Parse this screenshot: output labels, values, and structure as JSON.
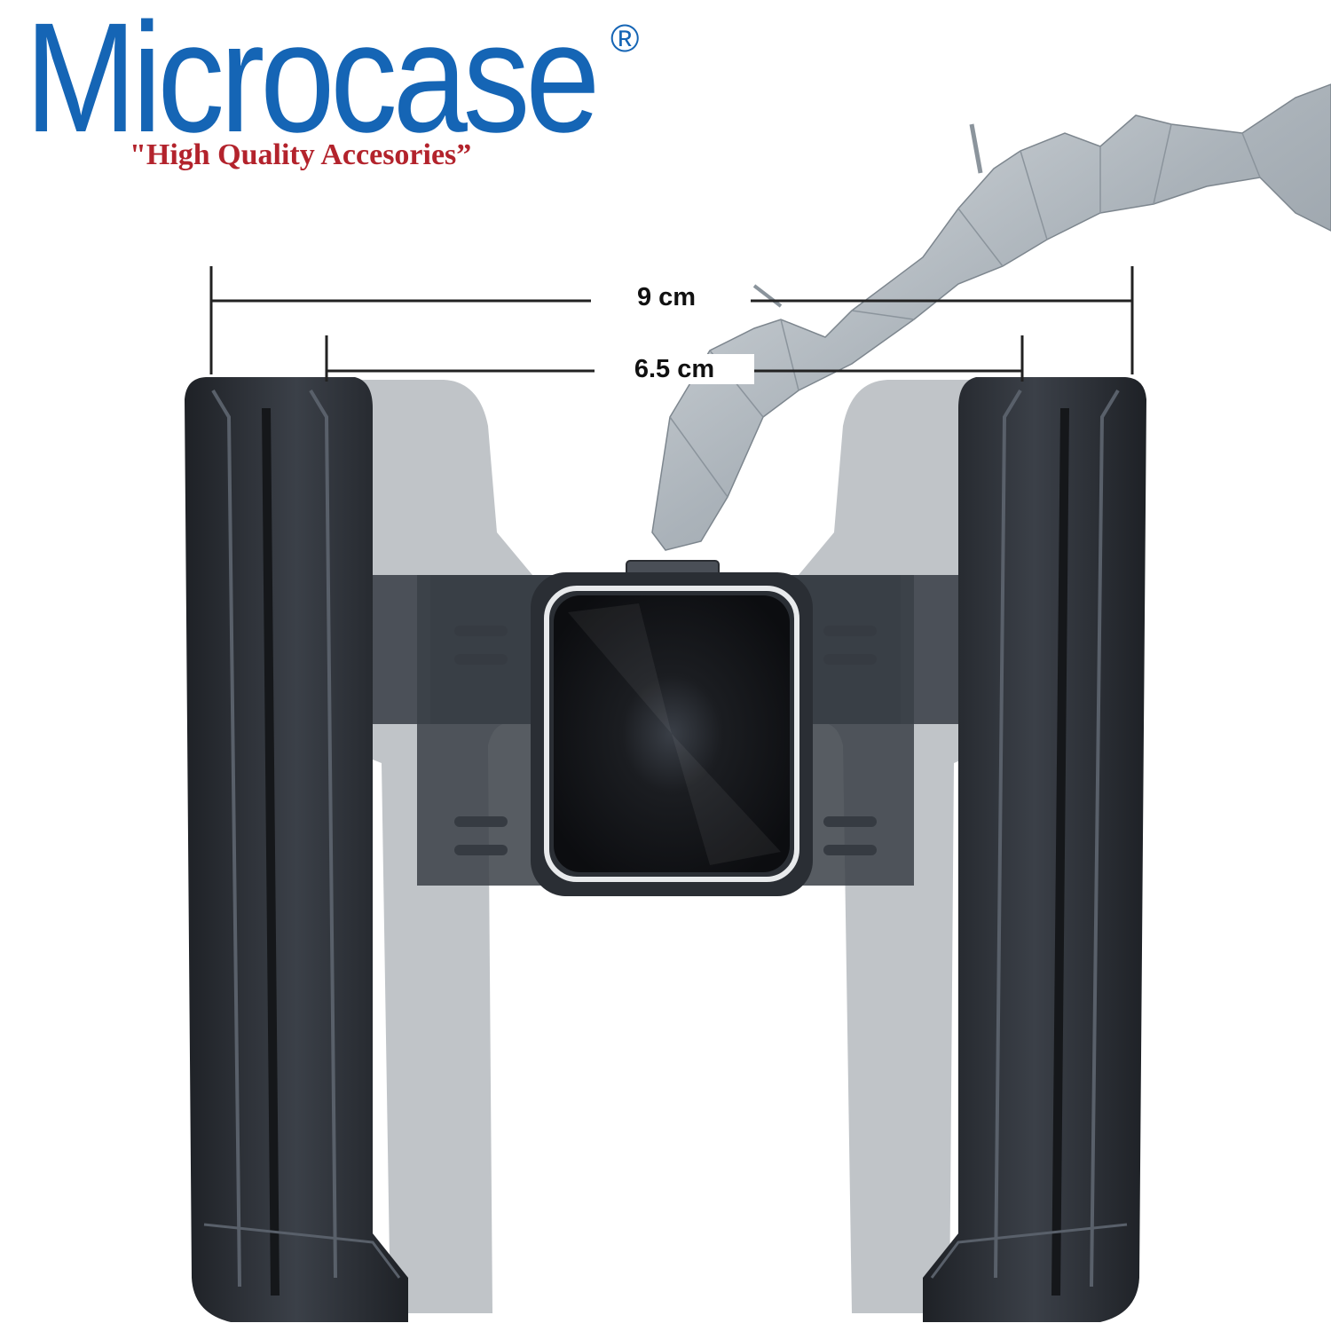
{
  "brand": {
    "name": "Microcase",
    "registered_mark": "®",
    "tagline": "\"High Quality Accesories”",
    "name_color": "#1565b5",
    "tagline_color": "#b3232c"
  },
  "dimensions": {
    "outer_width_label": "9 cm",
    "inner_width_label": "6.5 cm"
  },
  "product": {
    "frame_color": "#2b2f36",
    "translucent_color": "#8d949b",
    "disc_color": "#15171b",
    "hand_color": "#b9c0c6"
  }
}
